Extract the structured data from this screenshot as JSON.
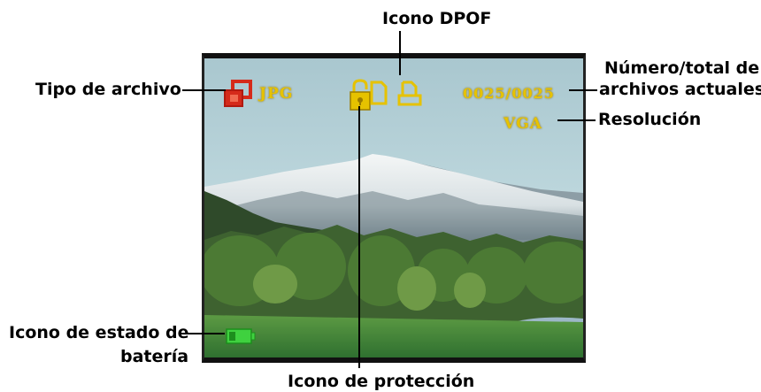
{
  "labels": {
    "dpof": "Icono DPOF",
    "file_type": "Tipo de archivo",
    "file_count_line1": "Número/total de",
    "file_count_line2": "archivos actuales",
    "resolution": "Resolución",
    "battery_line1": "Icono de estado de",
    "battery_line2": "batería",
    "protection": "Icono de protección"
  },
  "osd": {
    "file_type": "JPG",
    "file_count": "0025/0025",
    "resolution": "VGA"
  },
  "colors": {
    "osd_text": "#e6c200",
    "file_type_icon": "#d52a1a",
    "battery_icon": "#3fd13f"
  },
  "icons": [
    "file-type-icon",
    "lock-icon",
    "dpof-icon",
    "battery-icon"
  ]
}
